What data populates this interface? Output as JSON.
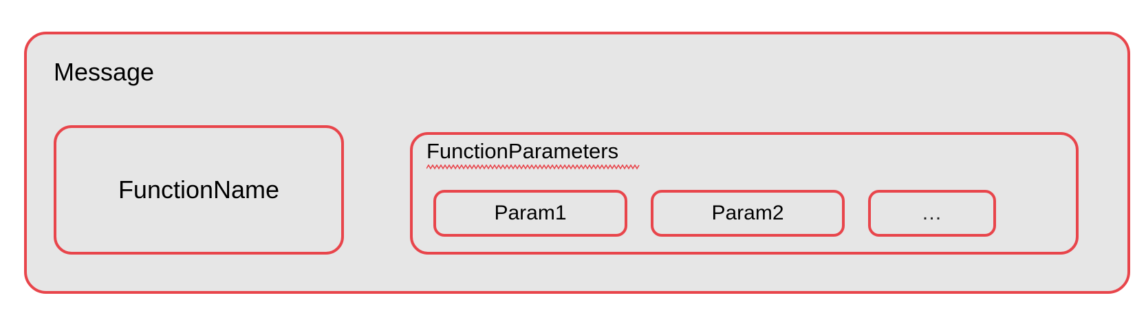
{
  "diagram": {
    "title_label": "Message",
    "colors": {
      "stroke": "#E8454B",
      "fill": "#E6E6E6",
      "background": "#FFFFFF",
      "text": "#000000",
      "spellcheck": "#E8454B"
    },
    "function_name": {
      "label": "FunctionName"
    },
    "function_parameters": {
      "label": "FunctionParameters",
      "spellcheck_underline": true,
      "params": [
        {
          "label": "Param1"
        },
        {
          "label": "Param2"
        },
        {
          "label": "…"
        }
      ]
    }
  }
}
